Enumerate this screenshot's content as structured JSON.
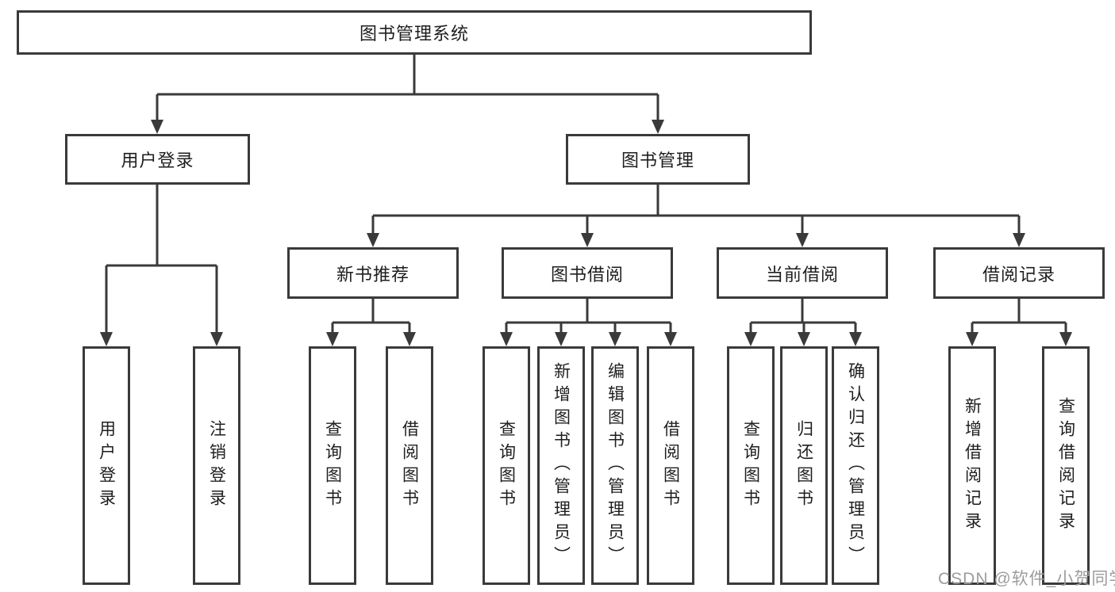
{
  "root": "图书管理系统",
  "user_login": {
    "label": "用户登录",
    "children": [
      "用户登录",
      "注销登录"
    ]
  },
  "book_mgmt": {
    "label": "图书管理",
    "sections": [
      {
        "label": "新书推荐",
        "children": [
          "查询图书",
          "借阅图书"
        ]
      },
      {
        "label": "图书借阅",
        "children": [
          "查询图书",
          "新增图书（管理员）",
          "编辑图书（管理员）",
          "借阅图书"
        ]
      },
      {
        "label": "当前借阅",
        "children": [
          "查询图书",
          "归还图书",
          "确认归还（管理员）"
        ]
      },
      {
        "label": "借阅记录",
        "children": [
          "新增借阅记录",
          "查询借阅记录"
        ]
      }
    ]
  },
  "watermark": "CSDN @软件_小贺同学",
  "colors": {
    "line": "#3a3a3a",
    "text": "#1e1e1e",
    "watermark": "#9c9c9c",
    "background": "#ffffff"
  }
}
